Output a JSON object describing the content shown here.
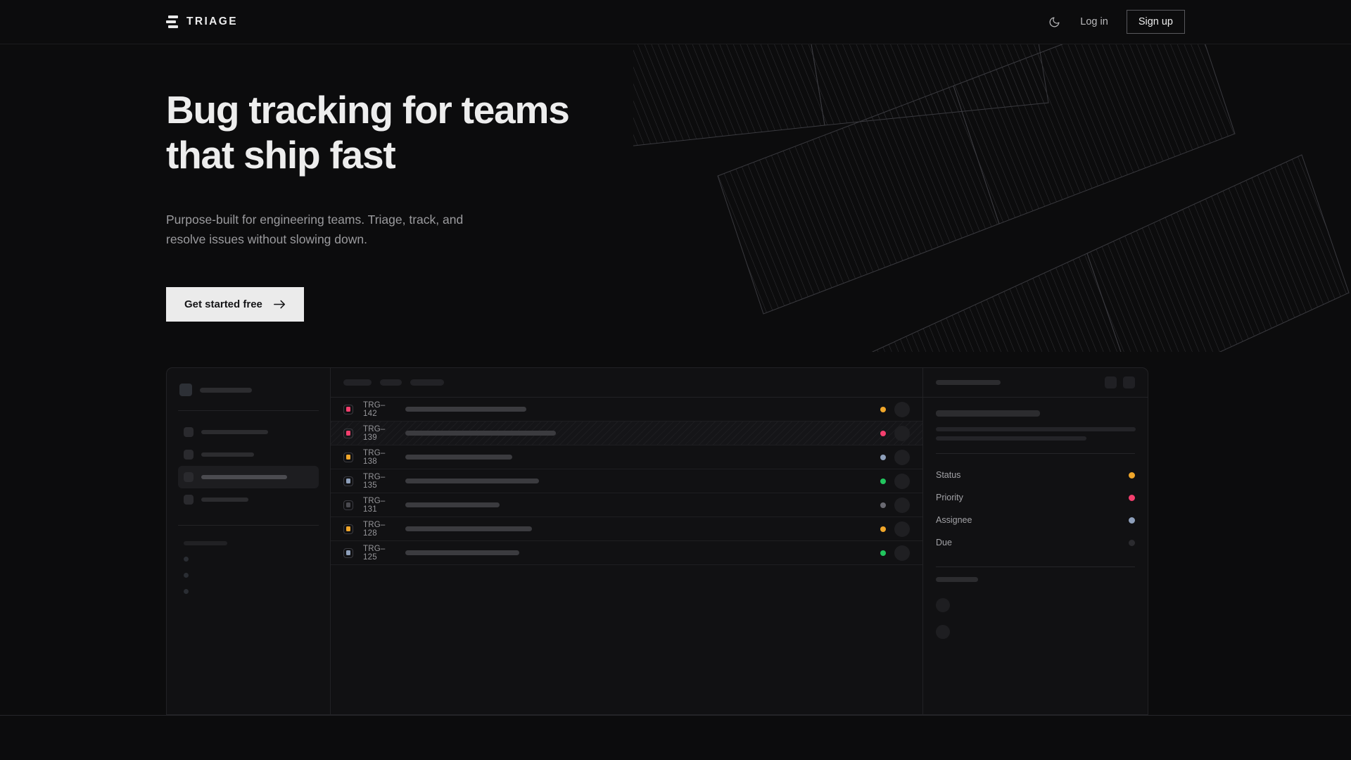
{
  "theme": {
    "bg": "#0c0c0d",
    "panel": "#111113",
    "border": "#222225",
    "text_primary": "#ededed",
    "text_muted": "#9b9b9e",
    "accent_amber": "#f0a62a",
    "accent_rose": "#f43f6e",
    "accent_slate": "#8e9fba",
    "accent_green": "#22c55e",
    "accent_gray": "#3a3a40",
    "cta_bg": "#ebebeb"
  },
  "nav": {
    "brand": "TRIAGE",
    "brand_icon": "stacked-bars-logo",
    "theme_toggle_icon": "moon-icon",
    "login_label": "Log in",
    "signup_label": "Sign up"
  },
  "hero": {
    "heading": "Bug tracking for teams\nthat ship fast",
    "subheading": "Purpose-built for engineering teams. Triage, track, and\nresolve issues without slowing down.",
    "cta_label": "Get started free",
    "cta_icon": "arrow-right-icon"
  },
  "mock": {
    "sidebar": {
      "workspace_placeholder_width": 95,
      "nav_items": [
        {
          "width": 95,
          "active": false
        },
        {
          "width": 75,
          "active": false
        },
        {
          "width": 122,
          "active": true
        },
        {
          "width": 67,
          "active": false
        }
      ],
      "section_label_width": 65,
      "project_dots": 3
    },
    "list": {
      "filter_chips": [
        40,
        31,
        48
      ],
      "columns": [
        "priority",
        "id",
        "title",
        "status",
        "assignee"
      ],
      "rows": [
        {
          "id": "TRG–142",
          "priority_color": "#f43f6e",
          "status_color": "#f0a62a",
          "title_width": 172,
          "selected": false
        },
        {
          "id": "TRG–139",
          "priority_color": "#f43f6e",
          "status_color": "#f43f6e",
          "title_width": 214,
          "selected": true
        },
        {
          "id": "TRG–138",
          "priority_color": "#f0a62a",
          "status_color": "#8e9fba",
          "title_width": 152,
          "selected": false
        },
        {
          "id": "TRG–135",
          "priority_color": "#8e9fba",
          "status_color": "#22c55e",
          "title_width": 190,
          "selected": false
        },
        {
          "id": "TRG–131",
          "priority_color": "#4a4a50",
          "status_color": "#6a6a72",
          "title_width": 134,
          "selected": false
        },
        {
          "id": "TRG–128",
          "priority_color": "#f0a62a",
          "status_color": "#f0a62a",
          "title_width": 180,
          "selected": false
        },
        {
          "id": "TRG–125",
          "priority_color": "#8e9fba",
          "status_color": "#22c55e",
          "title_width": 162,
          "selected": false
        }
      ]
    },
    "detail": {
      "header_title_width": 92,
      "header_buttons": [
        "pencil-icon-button",
        "more-icon-button"
      ],
      "issue_title_width": 148,
      "description_line_widths": [
        284,
        214
      ],
      "fields": [
        {
          "label": "Status",
          "value_color": "#f0a62a"
        },
        {
          "label": "Priority",
          "value_color": "#f43f6e"
        },
        {
          "label": "Assignee",
          "value_color": "#8e9fba"
        },
        {
          "label": "Due",
          "value_color": "#2b2b2f"
        }
      ],
      "activity_label_width": 60,
      "comment_avatars": 2
    }
  }
}
